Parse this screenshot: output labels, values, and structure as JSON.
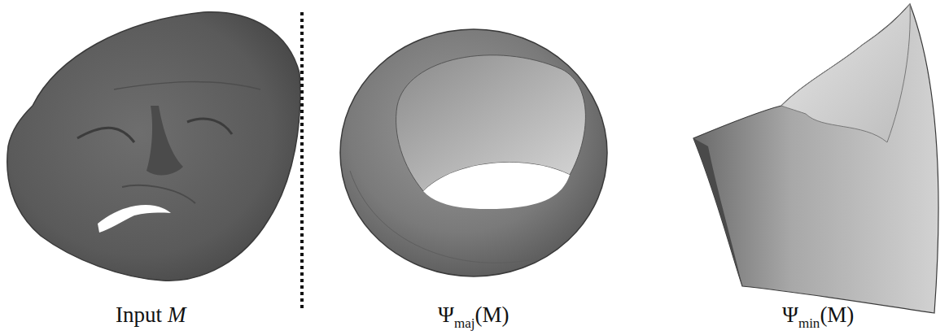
{
  "diagram": {
    "labels": [
      "Input",
      "M",
      "Ψ",
      "maj",
      "(M)",
      "Ψ",
      "min",
      "(M)"
    ]
  }
}
